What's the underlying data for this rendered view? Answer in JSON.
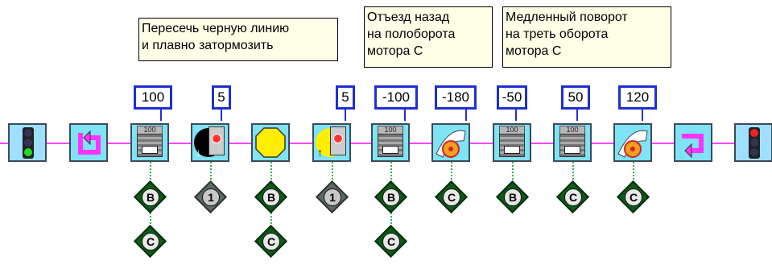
{
  "comments": [
    {
      "id": "comment-cross-line",
      "text": "Пересечь черную линию\nи плавно затормозить"
    },
    {
      "id": "comment-back-half",
      "text": "Отъезд назад\nна полоборота\nмотора С"
    },
    {
      "id": "comment-slow-turn",
      "text": "Медленный поворот\nна треть оборота\nмотора С"
    }
  ],
  "params": [
    "100",
    "5",
    "5",
    "-100",
    "-180",
    "-50",
    "50",
    "120"
  ],
  "motor_power_labels": [
    "100",
    "100",
    "100",
    "100"
  ],
  "ports": {
    "b": "B",
    "c": "C",
    "sensor_1": "1"
  },
  "colors": {
    "wire": "#ff44ff",
    "param_border": "#1f2fd0",
    "block_bg": "#7fe3f5",
    "port_diamond": "#0c5a16"
  }
}
